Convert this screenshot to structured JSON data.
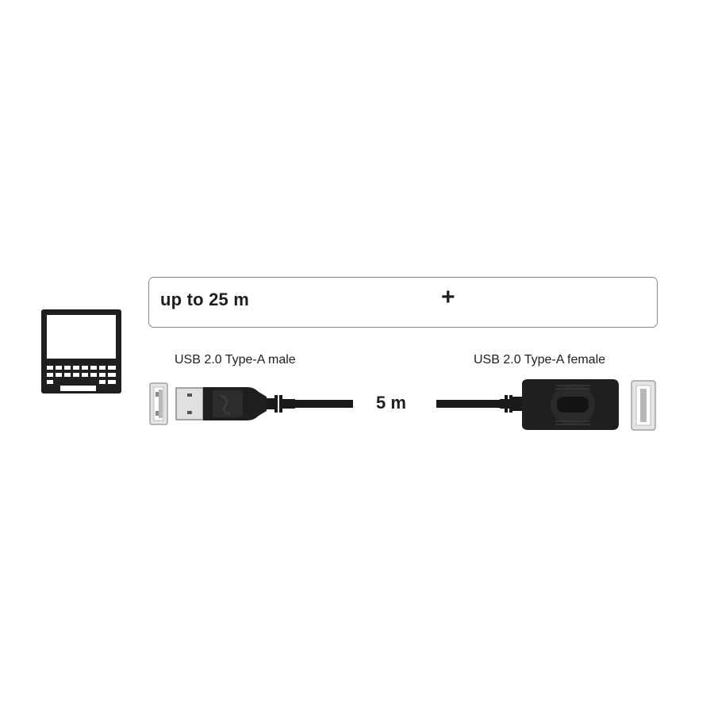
{
  "chain": {
    "label": "up to 25 m",
    "operator": "+"
  },
  "cable": {
    "male_end_label": "USB 2.0 Type-A male",
    "female_end_label": "USB 2.0 Type-A female",
    "length_label": "5 m"
  },
  "colors": {
    "connector_body": "#1f1f1f",
    "connector_dark": "#111111",
    "gold_plug": "#f0b020",
    "gold_body": "#5a5030",
    "port_metal": "#d9d9d9",
    "box_border": "#8a8a8a",
    "text": "#1e1e1e"
  }
}
